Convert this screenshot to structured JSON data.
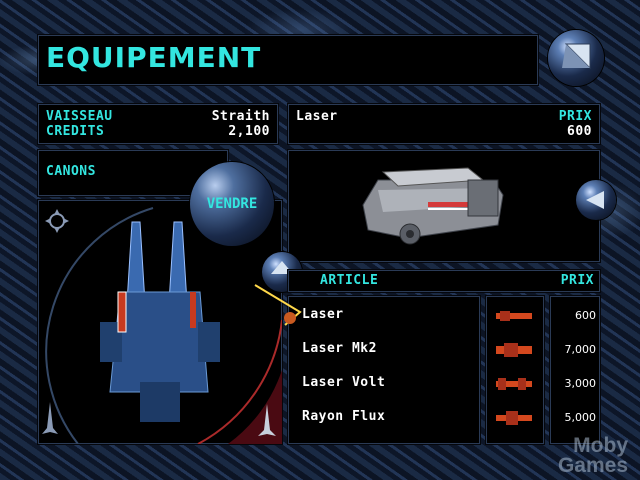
{
  "header": {
    "title": "EQUIPEMENT"
  },
  "ship": {
    "vaisseau_label": "VAISSEAU",
    "vaisseau_value": "Straith",
    "credits_label": "CREDITS",
    "credits_value": "2,100"
  },
  "category": {
    "label": "CANONS"
  },
  "sell": {
    "label": "VENDRE"
  },
  "selected": {
    "name": "Laser",
    "price_label": "PRIX",
    "price_value": "600"
  },
  "list": {
    "col_article": "ARTICLE",
    "col_prix": "PRIX",
    "items": [
      {
        "name": "Laser",
        "price": "600"
      },
      {
        "name": "Laser Mk2",
        "price": "7,000"
      },
      {
        "name": "Laser Volt",
        "price": "3,000"
      },
      {
        "name": "Rayon Flux",
        "price": "5,000"
      }
    ]
  },
  "watermark": {
    "line1": "Moby",
    "line2": "Games"
  },
  "colors": {
    "accent_cyan": "#33e6e0",
    "weapon_red": "#d4481e"
  },
  "icons": [
    "ship-icon",
    "crosshair-icon",
    "left-ship-silhouette-icon",
    "right-ship-silhouette-icon",
    "next-arrow-icon",
    "prev-arrow-icon",
    "scroll-arrow-icon"
  ]
}
